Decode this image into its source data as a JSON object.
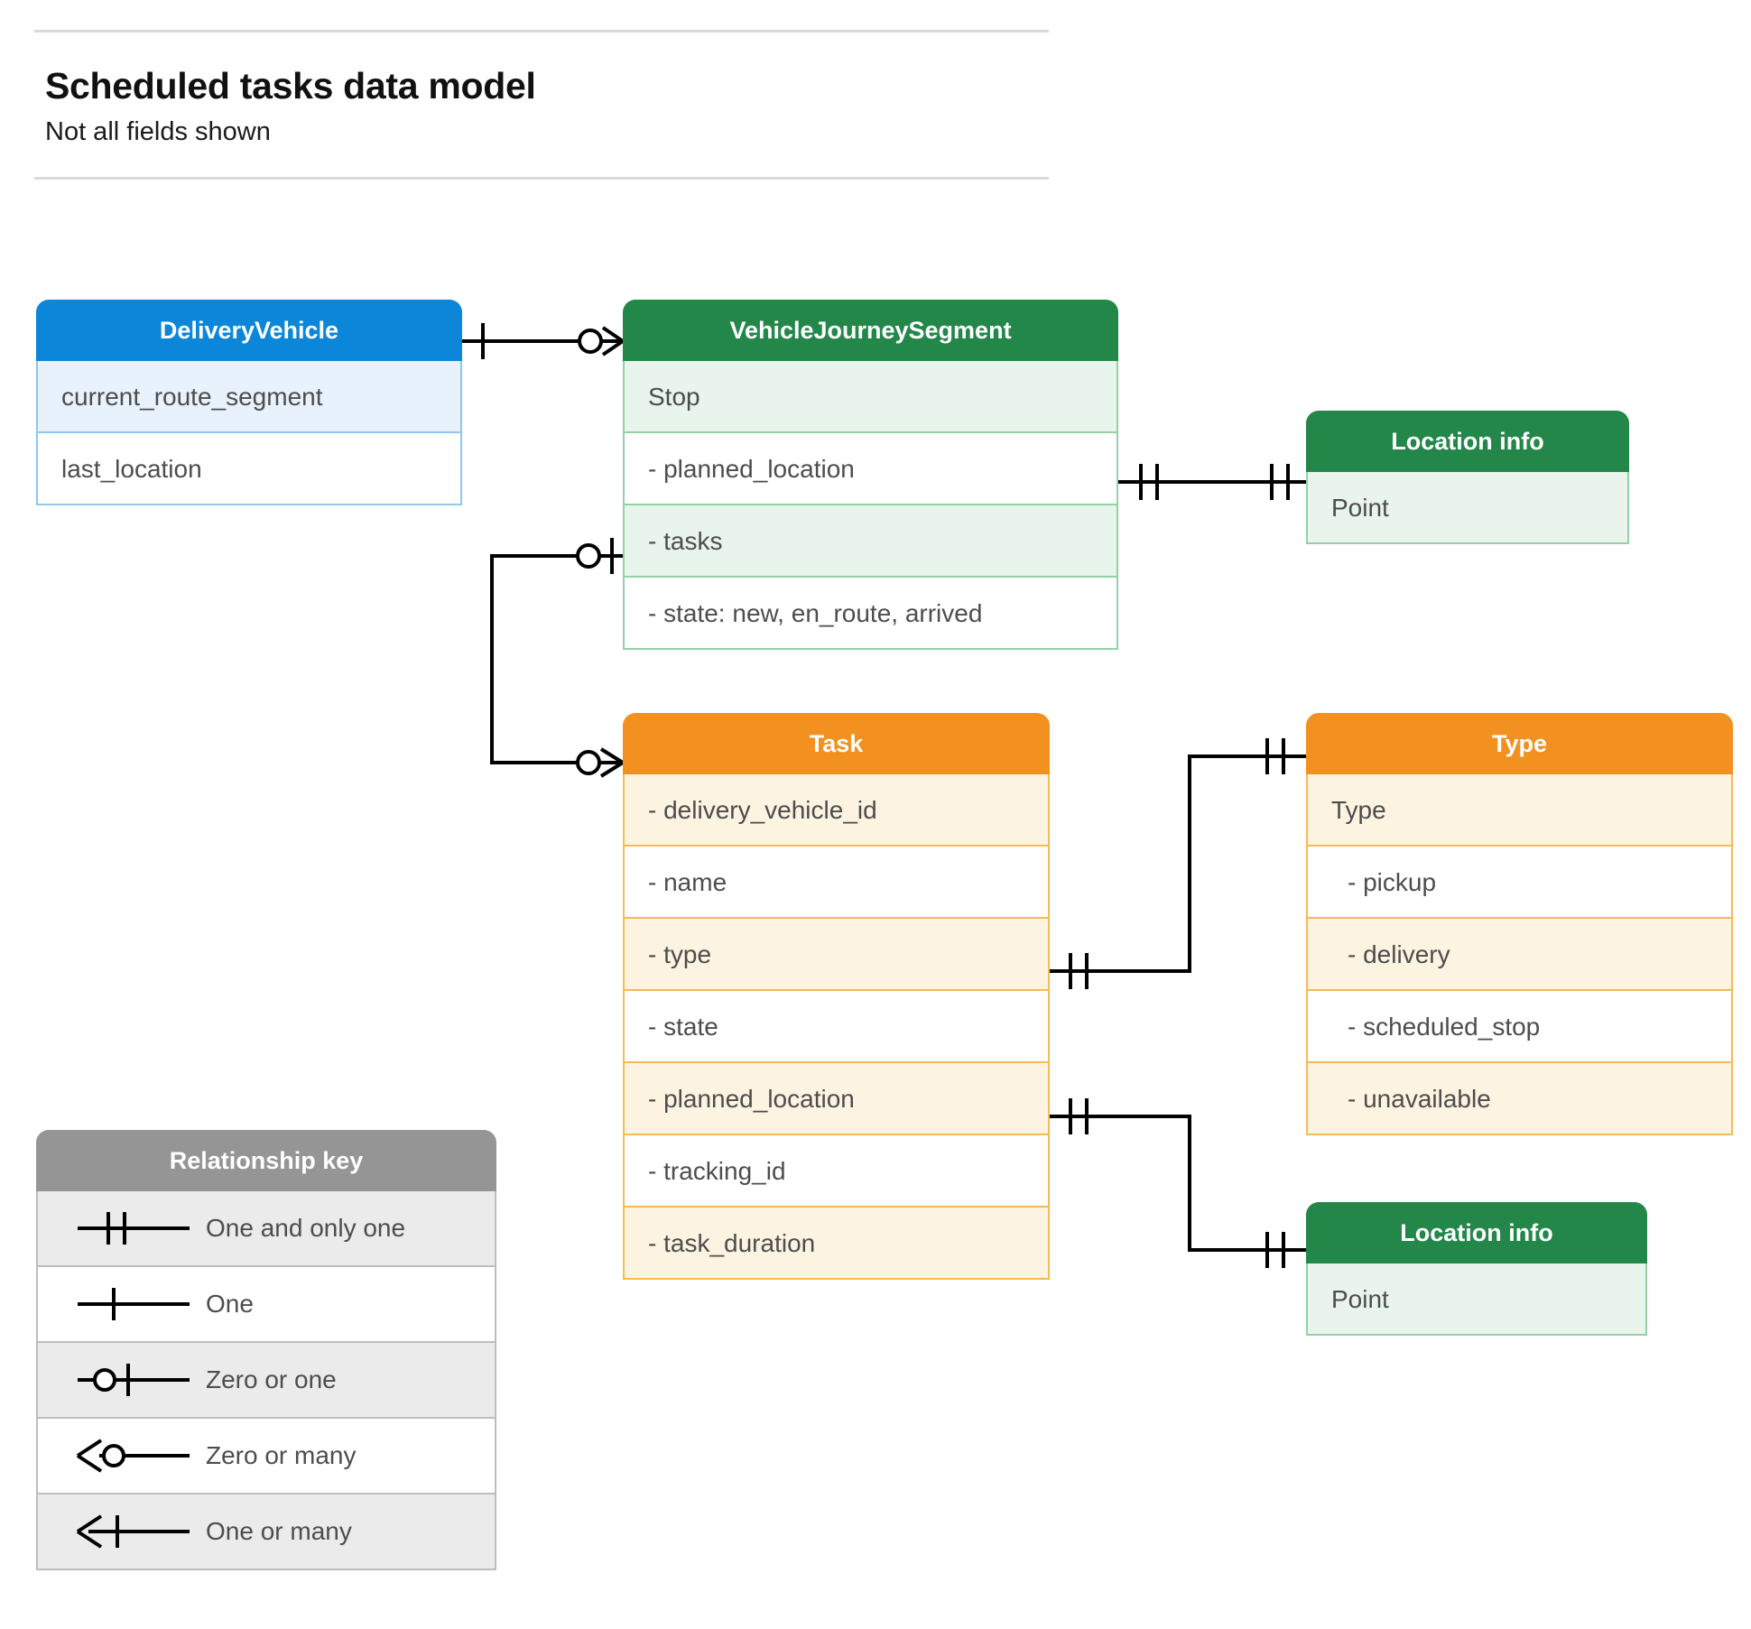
{
  "header": {
    "title": "Scheduled tasks data model",
    "subtitle": "Not all fields shown"
  },
  "colors": {
    "blue_header": "#0c86d9",
    "blue_row_alt": "#e8f2fd",
    "blue_border": "#8ec7f0",
    "green_header": "#23874a",
    "green_row_alt": "#e8f4ec",
    "green_border": "#92d2a6",
    "orange_header": "#f2911f",
    "orange_row_alt": "#fdf3e1",
    "orange_border": "#f5bb55",
    "grey_header": "#959595",
    "grey_row_alt": "#ebebeb",
    "grey_border": "#bdbdbd",
    "connector": "#000000",
    "text": "#4d4d4d"
  },
  "entities": {
    "delivery_vehicle": {
      "title": "DeliveryVehicle",
      "rows": [
        "current_route_segment",
        "last_location"
      ]
    },
    "vehicle_journey_segment": {
      "title": "VehicleJourneySegment",
      "rows": [
        "Stop",
        "-  planned_location",
        "- tasks",
        "- state: new, en_route, arrived"
      ]
    },
    "location_info_top": {
      "title": "Location info",
      "rows": [
        "Point"
      ]
    },
    "location_info_bottom": {
      "title": "Location info",
      "rows": [
        "Point"
      ]
    },
    "task": {
      "title": "Task",
      "rows": [
        "- delivery_vehicle_id",
        "- name",
        "- type",
        "- state",
        "- planned_location",
        "- tracking_id",
        "- task_duration"
      ]
    },
    "type": {
      "title": "Type",
      "rows": [
        "Type",
        "-  pickup",
        "-  delivery",
        "-  scheduled_stop",
        "-  unavailable"
      ]
    }
  },
  "legend": {
    "title": "Relationship key",
    "items": [
      {
        "symbol": "one-and-only-one",
        "label": "One and only one"
      },
      {
        "symbol": "one",
        "label": "One"
      },
      {
        "symbol": "zero-or-one",
        "label": "Zero or one"
      },
      {
        "symbol": "zero-or-many",
        "label": "Zero or many"
      },
      {
        "symbol": "one-or-many",
        "label": "One or many"
      }
    ]
  },
  "relationships": [
    {
      "from": "DeliveryVehicle",
      "to": "VehicleJourneySegment",
      "from_card": "one",
      "to_card": "zero-or-many"
    },
    {
      "from": "VehicleJourneySegment.planned_location",
      "to": "Location info",
      "from_card": "one-and-only-one",
      "to_card": "one-and-only-one"
    },
    {
      "from": "VehicleJourneySegment.tasks",
      "to": "Task",
      "from_card": "zero-or-one",
      "to_card": "zero-or-many"
    },
    {
      "from": "Task.type",
      "to": "Type",
      "from_card": "one-and-only-one",
      "to_card": "one-and-only-one"
    },
    {
      "from": "Task.planned_location",
      "to": "Location info",
      "from_card": "one-and-only-one",
      "to_card": "one-and-only-one"
    }
  ]
}
